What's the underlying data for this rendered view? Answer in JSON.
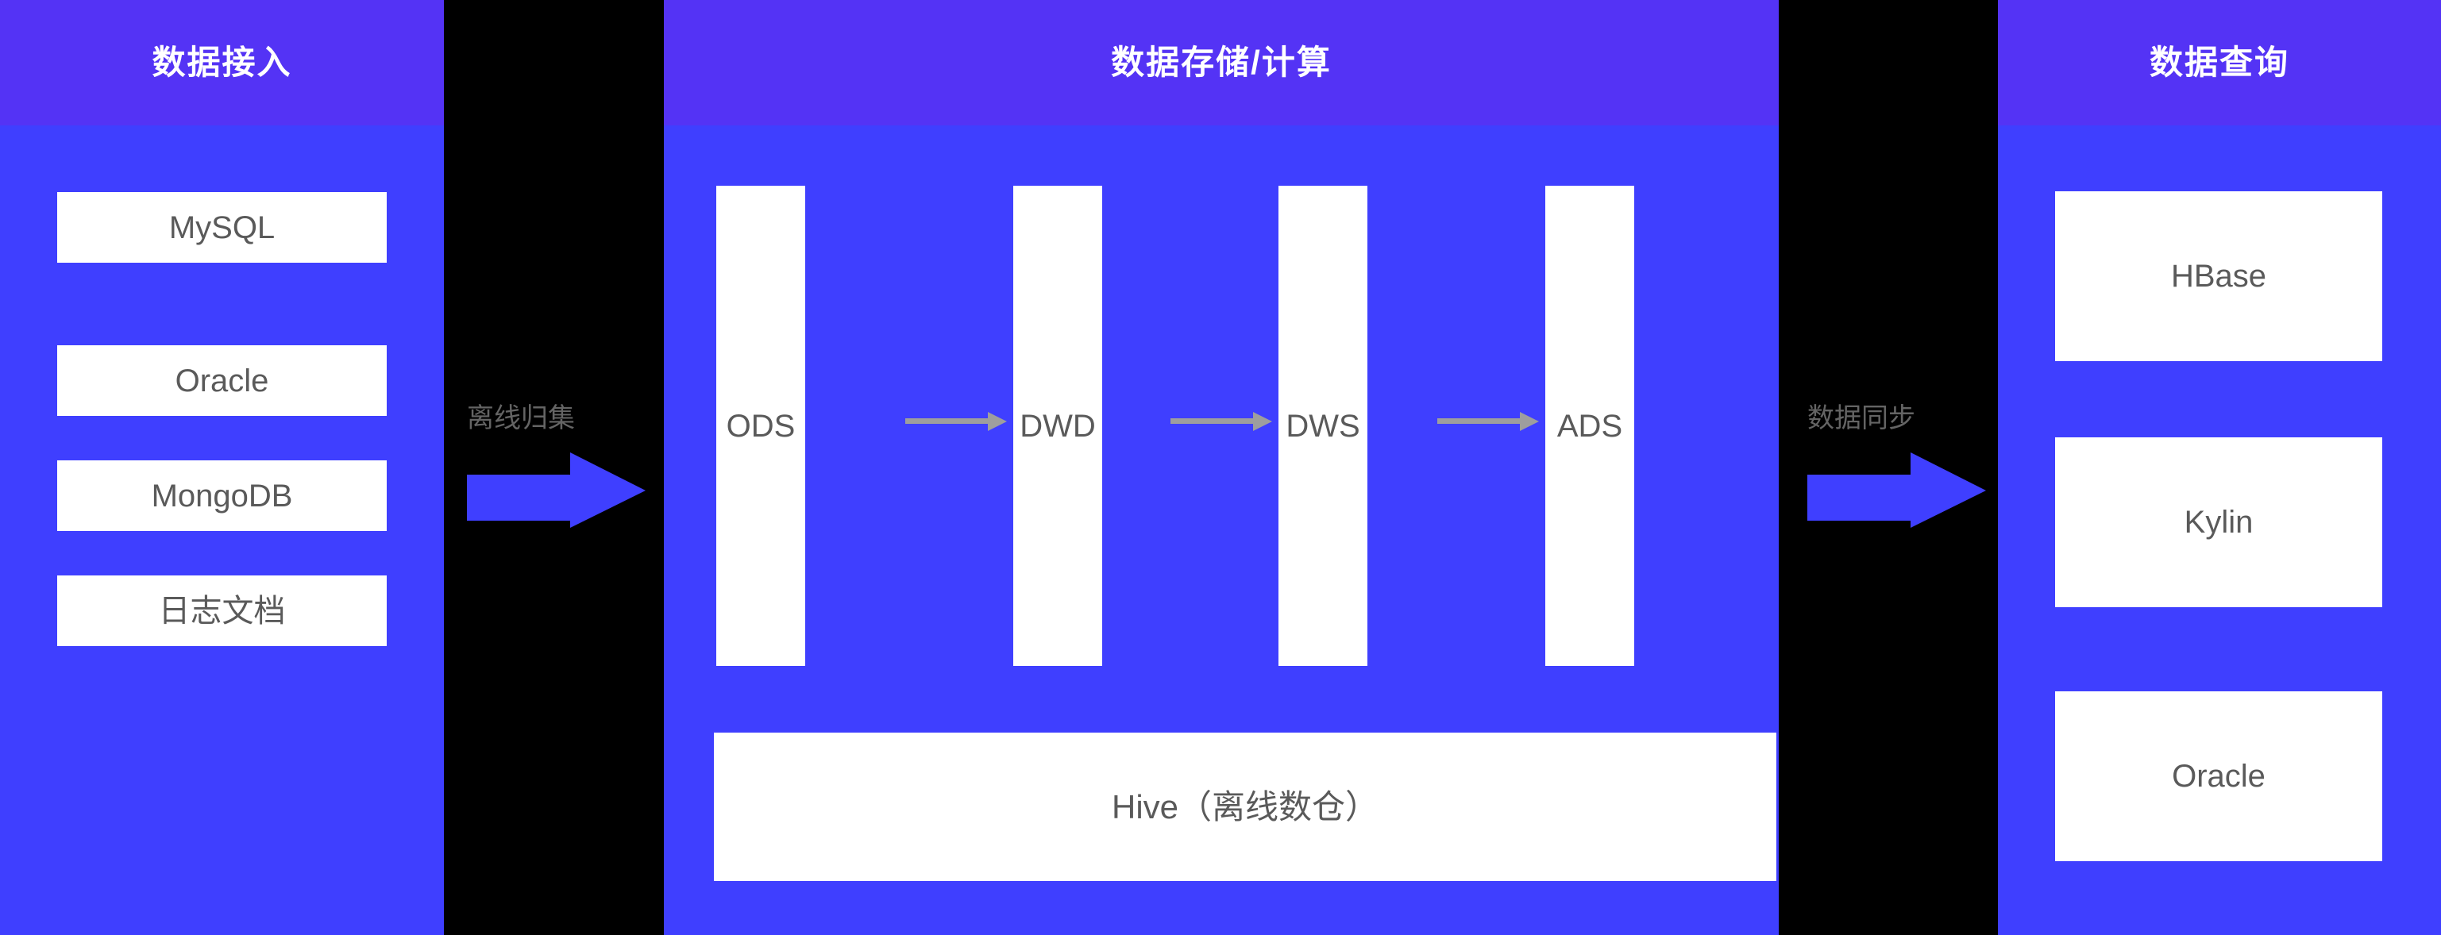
{
  "panels": {
    "ingest": {
      "title": "数据接入",
      "cards": [
        {
          "label": "MySQL"
        },
        {
          "label": "Oracle"
        },
        {
          "label": "MongoDB"
        },
        {
          "label": "日志文档"
        }
      ]
    },
    "storage": {
      "title": "数据存储/计算",
      "layers": [
        {
          "label": "ODS"
        },
        {
          "label": "DWD"
        },
        {
          "label": "DWS"
        },
        {
          "label": "ADS"
        }
      ],
      "warehouse": {
        "label": "Hive（离线数仓）"
      }
    },
    "query": {
      "title": "数据查询",
      "cards": [
        {
          "label": "HBase"
        },
        {
          "label": "Kylin"
        },
        {
          "label": "Oracle"
        }
      ]
    }
  },
  "connectors": {
    "left": {
      "caption": "离线归集"
    },
    "right": {
      "caption": "数据同步"
    }
  },
  "colors": {
    "header_band": "#5433f5",
    "panel_body": "#3f3fff",
    "gutter": "#000000",
    "card_bg": "#ffffff",
    "card_text": "#5a5a5a",
    "header_text": "#ffffff",
    "flow_arrow": "#9e9e9e",
    "block_arrow": "#3f3fff",
    "caption_text": "#646464"
  }
}
